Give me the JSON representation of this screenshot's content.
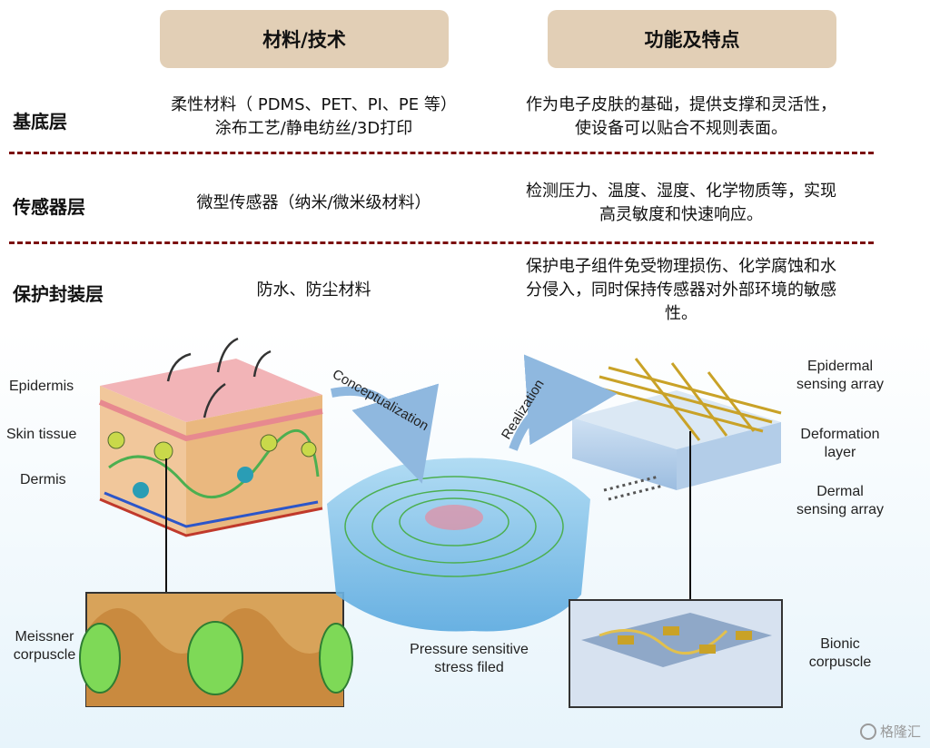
{
  "header": {
    "col1": "材料/技术",
    "col2": "功能及特点"
  },
  "rows": [
    {
      "label": "基底层",
      "materials": [
        "柔性材料（ PDMS、PET、PI、PE 等）",
        "涂布工艺/静电纺丝/3D打印"
      ],
      "function": [
        "作为电子皮肤的基础，提供支撑和灵活性，",
        "使设备可以贴合不规则表面。"
      ]
    },
    {
      "label": "传感器层",
      "materials": [
        "微型传感器（纳米/微米级材料）"
      ],
      "function": [
        "检测压力、温度、湿度、化学物质等，实现",
        "高灵敏度和快速响应。"
      ]
    },
    {
      "label": "保护封装层",
      "materials": [
        "防水、防尘材料"
      ],
      "function": [
        "保护电子组件免受物理损伤、化学腐蚀和水",
        "分侵入，同时保持传感器对外部环境的敏感",
        "性。"
      ]
    }
  ],
  "figure": {
    "epidermis": "Epidermis",
    "skin_tissue": "Skin tissue",
    "dermis": "Dermis",
    "meissner": [
      "Meissner",
      "corpuscle"
    ],
    "conceptualization": "Conceptualization",
    "realization": "Realization",
    "pressure": [
      "Pressure sensitive",
      "stress filed"
    ],
    "epidermal_array": [
      "Epidermal",
      "sensing array"
    ],
    "deformation_layer": [
      "Deformation",
      "layer"
    ],
    "dermal_array": [
      "Dermal",
      "sensing array"
    ],
    "bionic": [
      "Bionic",
      "corpuscle"
    ]
  },
  "watermark": "格隆汇"
}
